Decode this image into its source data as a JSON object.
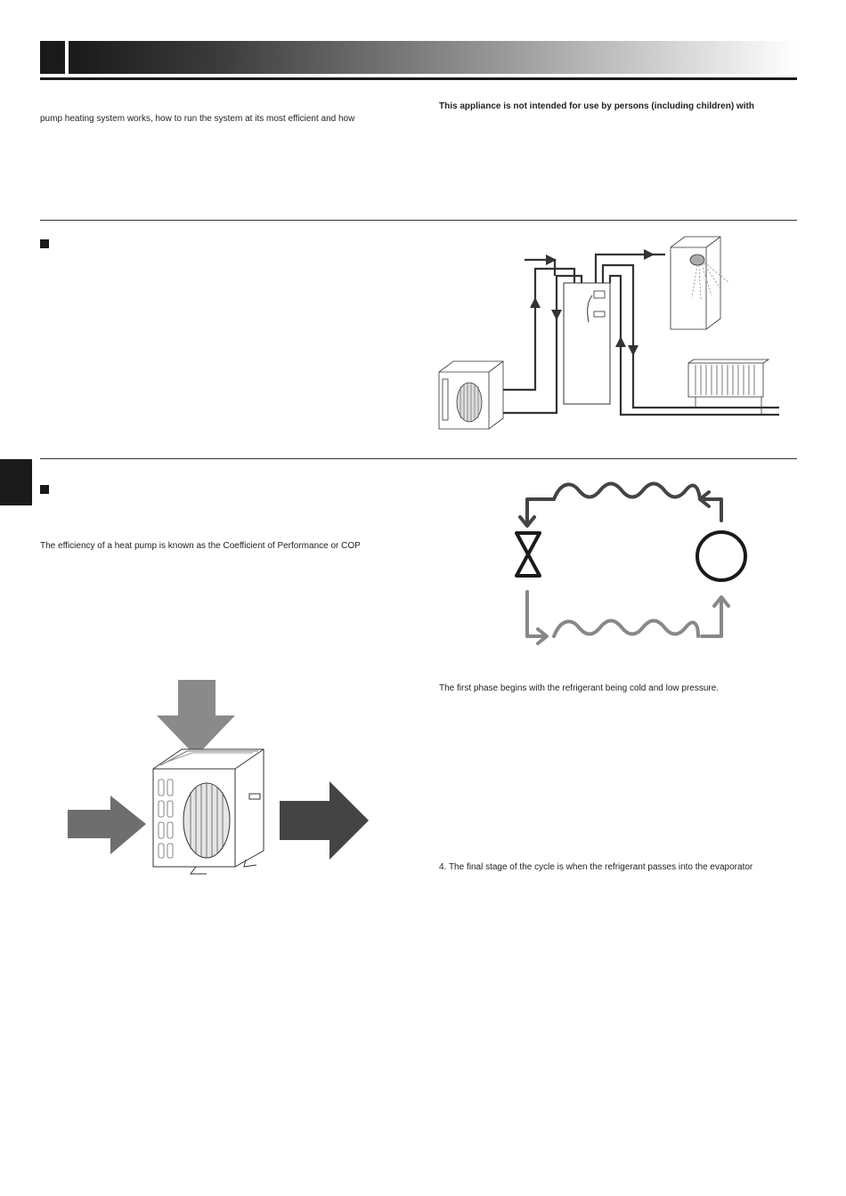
{
  "header": {
    "bar_gradient_start": "#1a1a1a",
    "bar_gradient_end": "#ffffff"
  },
  "intro": {
    "left_line": "pump heating system works, how to run the system at its most efficient and how",
    "right_line": "This appliance is not intended for use by persons (including children) with"
  },
  "section_cop": {
    "body_line": "The efficiency of a heat pump is known as the Coefficient of Performance or COP"
  },
  "cycle_text": {
    "phase_one": "The first phase begins with the refrigerant being cold and low pressure.",
    "phase_four": "4. The final stage of the cycle is when the refrigerant passes into the evaporator"
  },
  "colors": {
    "dark": "#1a1a1a",
    "pipe": "#333333",
    "cycle_dark": "#444444",
    "cycle_light": "#888888",
    "arrow_top": "#8a8a8a",
    "arrow_left": "#6e6e6e",
    "arrow_right": "#444444"
  }
}
